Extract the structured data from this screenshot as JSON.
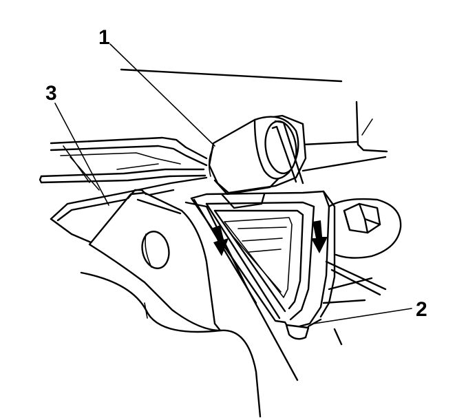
{
  "callouts": [
    {
      "id": "1",
      "label": "1"
    },
    {
      "id": "2",
      "label": "2"
    },
    {
      "id": "3",
      "label": "3"
    }
  ],
  "arrows": [
    {
      "direction": "down",
      "icon": "arrow-down-icon"
    },
    {
      "direction": "down",
      "icon": "arrow-down-icon"
    }
  ],
  "colors": {
    "line": "#000000",
    "background": "#ffffff"
  }
}
